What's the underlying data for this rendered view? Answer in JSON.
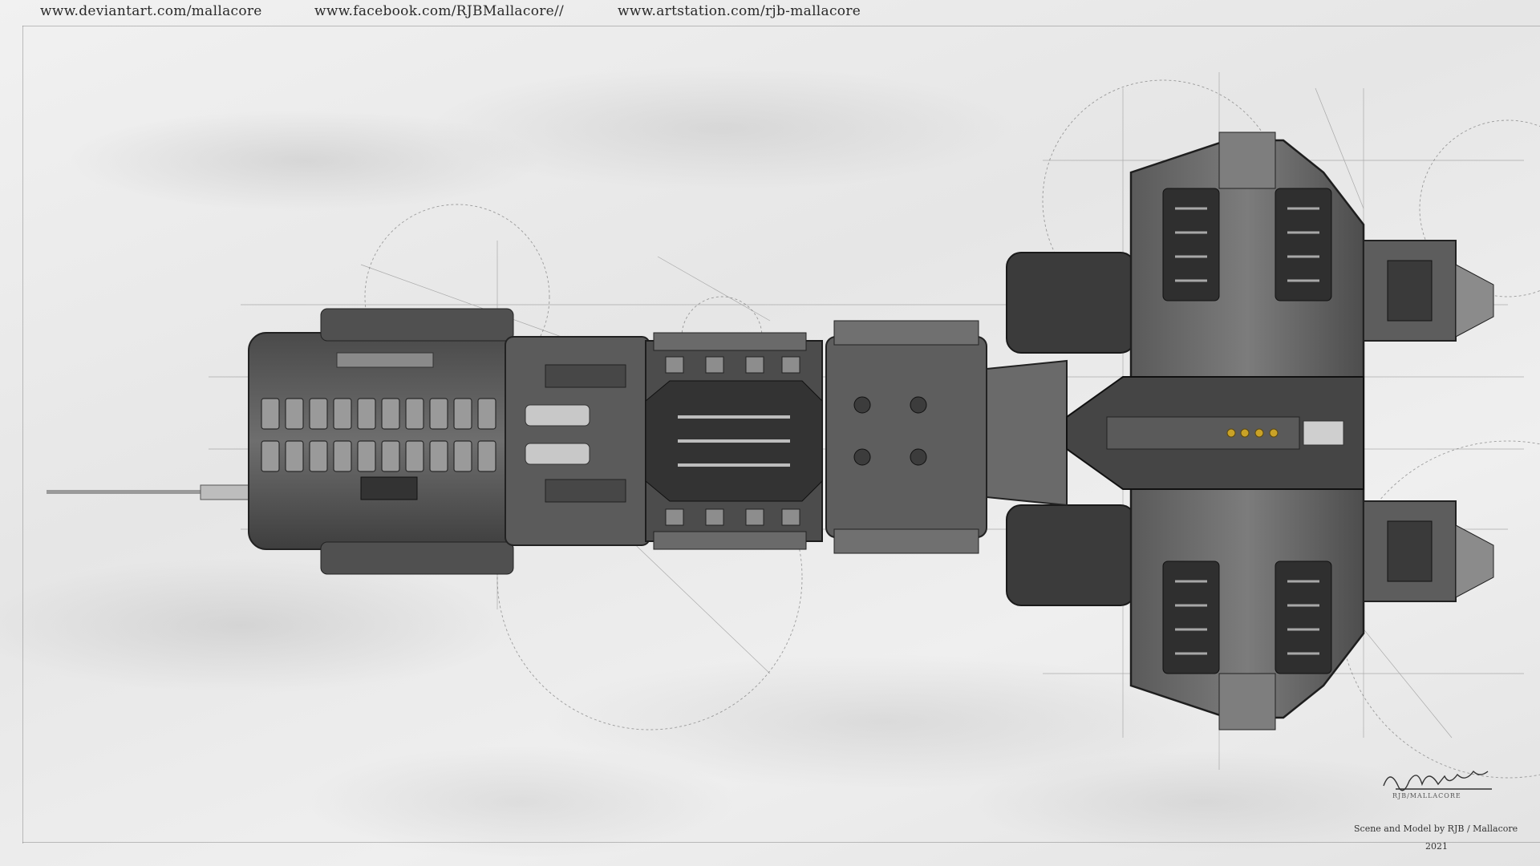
{
  "header": {
    "links": [
      {
        "text": "www.deviantart.com/mallacore"
      },
      {
        "text": "www.facebook.com/RJBMallacore//"
      },
      {
        "text": "www.artstation.com/rjb-mallacore"
      }
    ]
  },
  "footer": {
    "signature": "RJB/MALLACORE",
    "credit": "Scene and Model by RJB / Mallacore",
    "year": "2021"
  },
  "colors": {
    "paper": "#ececec",
    "ink": "#2a2a2a",
    "hull_dark": "#3a3a3a",
    "hull_mid": "#6d6d6d",
    "hull_light": "#a9a9a9",
    "accent_gold": "#c9a227"
  }
}
